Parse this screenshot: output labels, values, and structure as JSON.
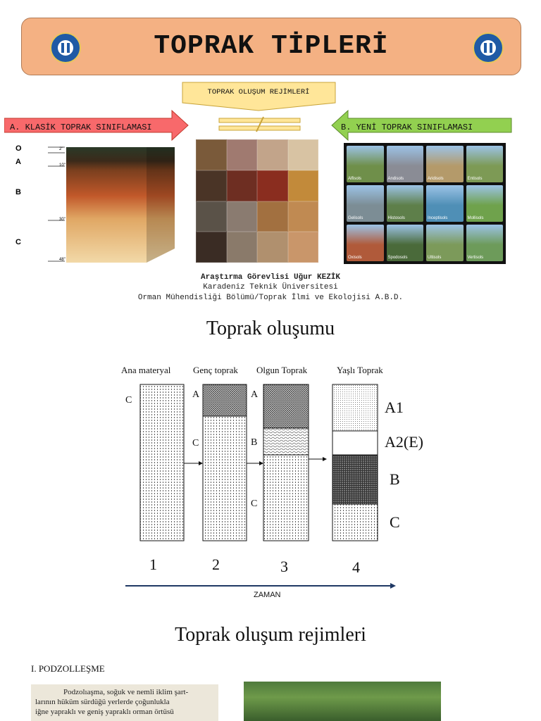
{
  "header": {
    "title": "TOPRAK TİPLERİ"
  },
  "regimes": {
    "label": "TOPRAK OLUŞUM REJİMLERİ",
    "left_arrow": "A. KLASİK TOPRAK SINIFLAMASI",
    "right_arrow": "B. YENİ TOPRAK SINIFLAMASI"
  },
  "profile": {
    "horizons": [
      "O",
      "A",
      "B",
      "C"
    ],
    "depths": [
      "2\"",
      "10\"",
      "30\"",
      "48\""
    ]
  },
  "soil_orders": [
    {
      "name": "Alfisols",
      "color": "#6f8f4a"
    },
    {
      "name": "Andisols",
      "color": "#8a8c95"
    },
    {
      "name": "Aridisols",
      "color": "#b49a6a"
    },
    {
      "name": "Entisols",
      "color": "#7d9a55"
    },
    {
      "name": "Gelisols",
      "color": "#7c8d95"
    },
    {
      "name": "Histosols",
      "color": "#5e7f4a"
    },
    {
      "name": "Inceptisols",
      "color": "#4f8fb6"
    },
    {
      "name": "Mollisols",
      "color": "#6fa24c"
    },
    {
      "name": "Oxisols",
      "color": "#b05a3a"
    },
    {
      "name": "Spodosols",
      "color": "#4a6a3a"
    },
    {
      "name": "Ultisols",
      "color": "#7c9a5a"
    },
    {
      "name": "Vertisols",
      "color": "#6d9b5a"
    }
  ],
  "soil_swatches": [
    "#7a5a3a",
    "#a07a70",
    "#c2a48a",
    "#d8c3a3",
    "#4a3426",
    "#6e2e22",
    "#8a2d1f",
    "#c28a3a",
    "#5a5248",
    "#8a7b70",
    "#a27040",
    "#c08a52",
    "#3a2c24",
    "#8a7a6a",
    "#b0906e",
    "#c9966a"
  ],
  "credit": {
    "name": "Araştırma Görevlisi Uğur KEZİK",
    "university": "Karadeniz Teknik Üniversitesi",
    "department": "Orman Mühendisliği Bölümü/Toprak İlmi ve Ekolojisi A.B.D."
  },
  "formation": {
    "heading": "Toprak oluşumu",
    "columns": [
      {
        "label": "Ana materyal",
        "number": "1",
        "letters": [
          "C"
        ]
      },
      {
        "label": "Genç toprak",
        "number": "2",
        "letters": [
          "A",
          "C"
        ]
      },
      {
        "label": "Olgun Toprak",
        "number": "3",
        "letters": [
          "A",
          "B",
          "C"
        ]
      },
      {
        "label": "Yaşlı Toprak",
        "number": "4",
        "letters": [
          "A1",
          "A2(E)",
          "B",
          "C"
        ]
      }
    ],
    "axis_label": "ZAMAN"
  },
  "regimes_section": {
    "heading": "Toprak oluşum rejimleri",
    "subheading": "I. PODZOLLEŞME",
    "text_lines": [
      "Podzolıaşma, soğuk ve nemli iklim şart-",
      "larının hüküm sürdüğü yerlerde çoğunlukla",
      "iğne yapraklı ve geniş yapraklı orman örtüsü"
    ]
  }
}
